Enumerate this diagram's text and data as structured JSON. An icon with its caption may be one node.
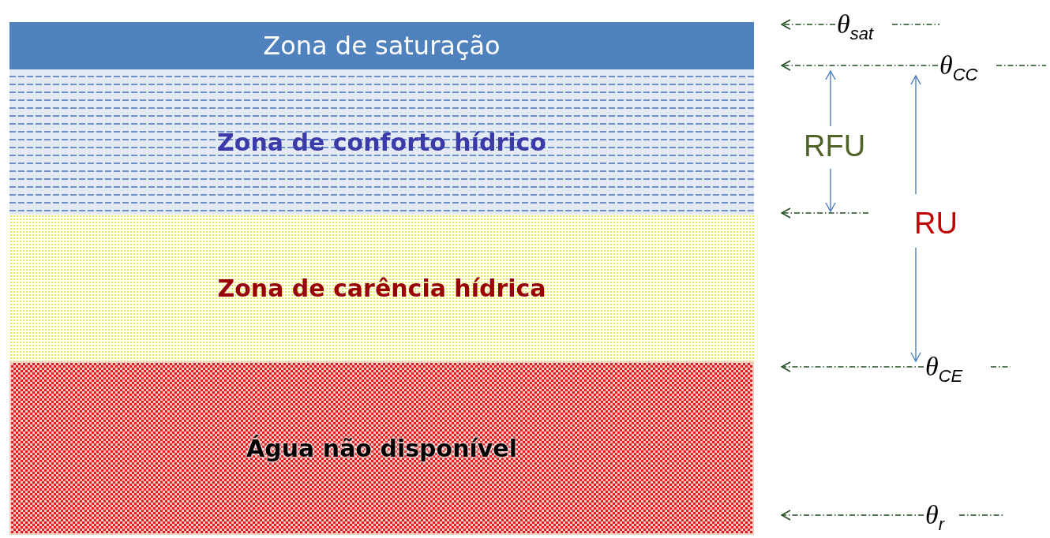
{
  "diagram": {
    "nodes": [
      {
        "text": [
          "Zona de saturação"
        ]
      },
      {
        "text": [
          "Zona de conforto hídrico"
        ]
      },
      {
        "text": [
          "Zona de carência hídrica"
        ]
      },
      {
        "text": [
          "Água não disponível"
        ]
      },
      {
        "text": [
          "θ$_{sat}$"
        ]
      },
      {
        "text": [
          "θ$_{CC}$"
        ]
      },
      {
        "text": [
          "θ$_{CE}$"
        ]
      },
      {
        "text": [
          "θ$_{r}$"
        ]
      }
    ],
    "edges": [
      {
        "from": 4,
        "to": null,
        "arrow": "to",
        "style": "dashed"
      },
      {
        "from": 5,
        "to": null,
        "arrow": "to",
        "style": "dashed"
      },
      {
        "from": 6,
        "to": null,
        "arrow": "to",
        "style": "dashed"
      },
      {
        "from": 7,
        "to": null,
        "arrow": "to",
        "style": "dashed"
      }
    ],
    "labels": [
      "RFU",
      "RU"
    ]
  }
}
